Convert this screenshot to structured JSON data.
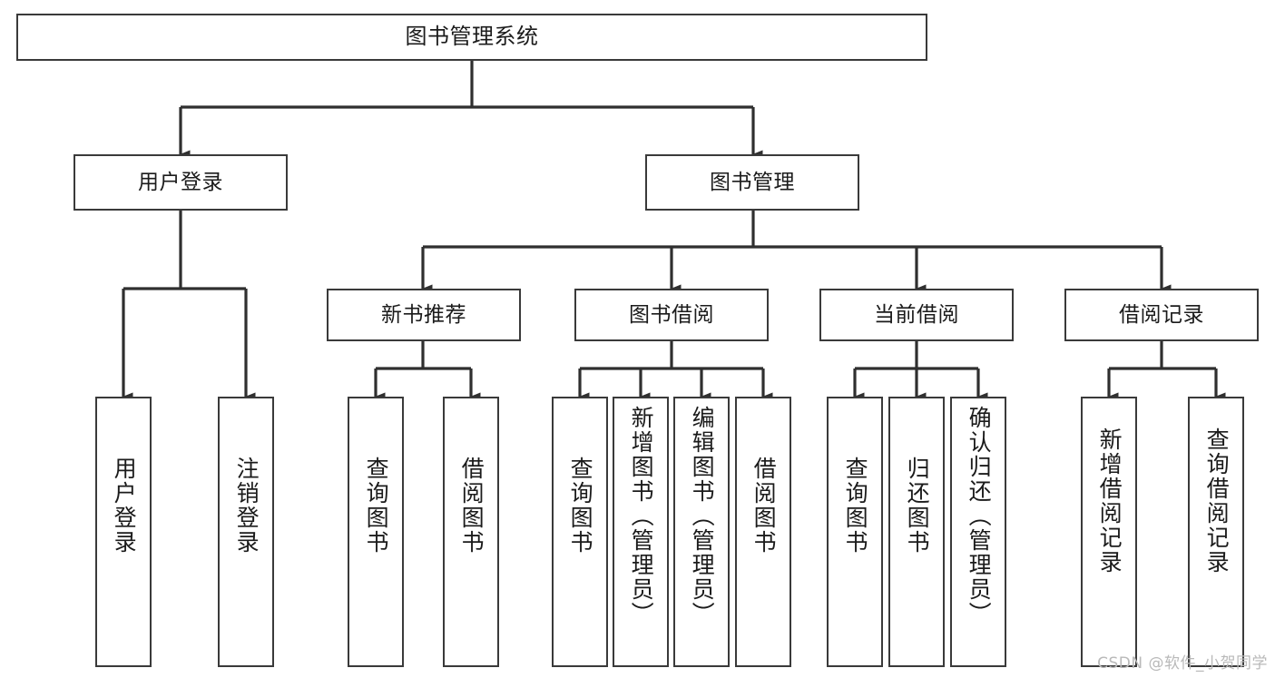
{
  "diagram": {
    "title": "图书管理系统",
    "type": "tree-hierarchy",
    "orientation": "top-down",
    "colors": {
      "box_border": "#3a3a3a",
      "box_fill": "#ffffff",
      "edge": "#2f2f2f",
      "text": "#1b1b1b",
      "watermark": "#b9b9b9",
      "background": "#ffffff"
    },
    "watermark": "CSDN @软件_小贺同学",
    "levels": {
      "root": {
        "label": "图书管理系统"
      },
      "level1": [
        {
          "label": "用户登录"
        },
        {
          "label": "图书管理"
        }
      ],
      "level2": [
        {
          "label": "新书推荐"
        },
        {
          "label": "图书借阅"
        },
        {
          "label": "当前借阅"
        },
        {
          "label": "借阅记录"
        }
      ],
      "leaves": {
        "user_login": [
          {
            "label": "用户登录"
          },
          {
            "label": "注销登录"
          }
        ],
        "new_book_recommend": [
          {
            "label": "查询图书"
          },
          {
            "label": "借阅图书"
          }
        ],
        "book_borrow": [
          {
            "label": "查询图书"
          },
          {
            "label": "新增图书（管理员）"
          },
          {
            "label": "编辑图书（管理员）"
          },
          {
            "label": "借阅图书"
          }
        ],
        "current_borrow": [
          {
            "label": "查询图书"
          },
          {
            "label": "归还图书"
          },
          {
            "label": "确认归还（管理员）"
          }
        ],
        "borrow_record": [
          {
            "label": "新增借阅记录"
          },
          {
            "label": "查询借阅记录"
          }
        ]
      }
    }
  }
}
